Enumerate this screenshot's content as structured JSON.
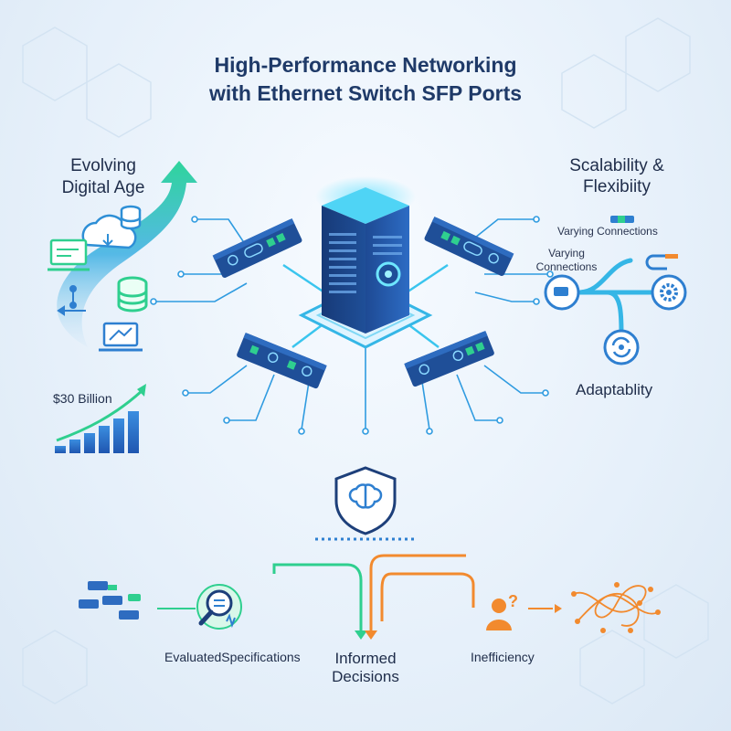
{
  "header": {
    "title_line1": "High-Performance Networking",
    "title_line2": "with Ethernet Switch SFP Ports"
  },
  "left": {
    "evolving_line1": "Evolving",
    "evolving_line2": "Digital Age",
    "market_value": "$30 Billion"
  },
  "right": {
    "scalability_line1": "Scalability &",
    "scalability_line2": "Flexibiity",
    "varying_top": "Varying Connections",
    "varying_mid_line1": "Varying",
    "varying_mid_line2": "Connections",
    "adaptability": "Adaptablity"
  },
  "bottom": {
    "evaluated": "EvaluatedSpecifications",
    "informed_line1": "Informed",
    "informed_line2": "Decisions",
    "inefficiency": "Inefficiency"
  },
  "colors": {
    "primary_blue": "#2f6fb8",
    "dark_blue": "#1d3f7a",
    "cyan": "#35b6e6",
    "green": "#2fcf8f",
    "orange": "#f28a2e"
  },
  "icons": [
    "cloud-icon",
    "database-icon",
    "laptop-icon",
    "monitor-icon",
    "growth-chart-icon",
    "server-tower-icon",
    "network-switch-icon",
    "brain-shield-icon",
    "magnifier-icon",
    "confused-person-icon",
    "tangled-network-icon",
    "gear-icon",
    "sync-icon",
    "connector-icon"
  ]
}
